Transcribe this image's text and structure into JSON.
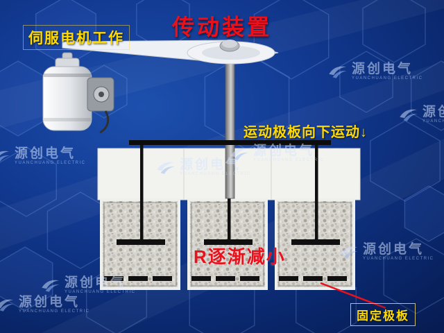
{
  "labels": {
    "title": "传动装置",
    "servo": "伺服电机工作",
    "moving_plate": "运动极板向下运动↓",
    "resistance": "R逐渐减小",
    "fixed_plate": "固定极板"
  },
  "watermark": {
    "brand": "源创电气",
    "brand_en": "YUANCHUANG ELECTRIC"
  },
  "colors": {
    "background_blue": "#123a92",
    "title_red": "#e8111c",
    "label_yellow": "#ffd900",
    "shaft_gray": "#9a9a9a",
    "electrode_black": "#101010",
    "container_granule_fill": "#d8d6d0",
    "housing_white": "#f2f2ef",
    "pointer_red": "#e8111c"
  }
}
